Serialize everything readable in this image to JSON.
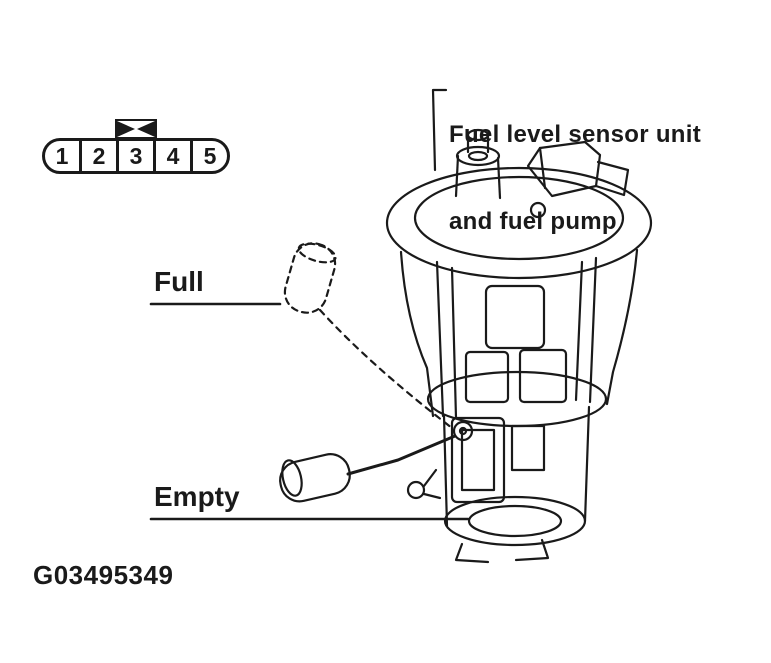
{
  "page": {
    "background": "#ffffff",
    "ink": "#1a1a1a"
  },
  "connector": {
    "pins": [
      "1",
      "2",
      "3",
      "4",
      "5"
    ],
    "marked_pin": "3",
    "marker_icon": "bowtie-marker"
  },
  "labels": {
    "component_line1": "Fuel level sensor unit",
    "component_line2": "and fuel pump",
    "full": "Full",
    "empty": "Empty",
    "figure_id": "G03495349"
  }
}
